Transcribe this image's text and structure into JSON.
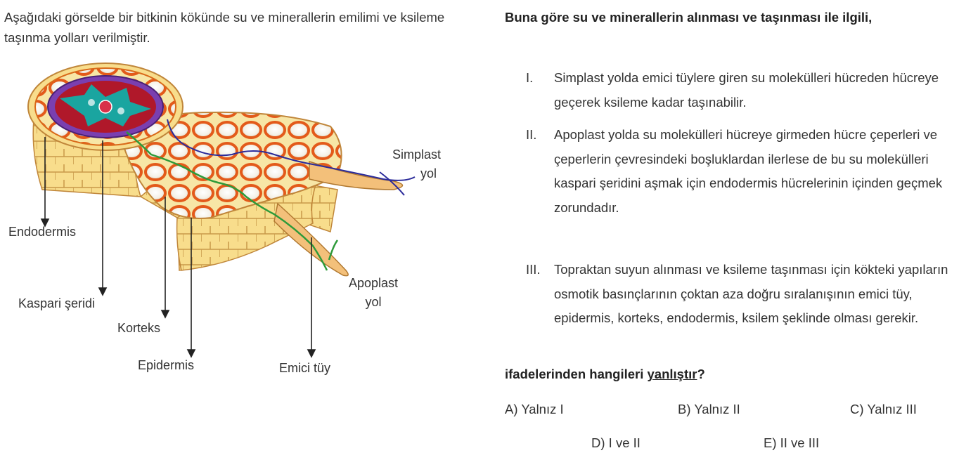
{
  "intro_text": "Aşağıdaki görselde bir bitkinin kökünde su ve minerallerin emilimi ve ksileme taşınma yolları verilmiştir.",
  "diagram": {
    "labels": {
      "simplast_line1": "Simplast",
      "simplast_line2": "yol",
      "apoplast_line1": "Apoplast",
      "apoplast_line2": "yol",
      "endodermis": "Endodermis",
      "kaspari": "Kaspari şeridi",
      "korteks": "Korteks",
      "epidermis": "Epidermis",
      "emici_tuy": "Emici tüy"
    },
    "colors": {
      "simplast_path": "#2b2b9a",
      "apoplast_path": "#2e9a3a",
      "cell_fill": "#f7e6a6",
      "cell_wall": "#e35a1a",
      "stele_red": "#b0182a",
      "xylem_teal": "#1aa5a0",
      "endodermis_purple": "#7a3fb0"
    }
  },
  "question": {
    "stem": "Buna göre su ve minerallerin alınması ve taşınması ile ilgili,",
    "statements": [
      {
        "num": "I.",
        "text": "Simplast yolda emici tüylere giren su molekülleri hücreden hücreye geçerek ksileme kadar taşınabilir."
      },
      {
        "num": "II.",
        "text": "Apoplast yolda su molekülleri hücreye girmeden hücre çeperleri ve çeperlerin çevresindeki boşluklardan ilerlese de bu su molekülleri kaspari şeridini aşmak için endodermis hücrelerinin içinden geçmek zorundadır."
      },
      {
        "num": "III.",
        "text": "Topraktan suyun alınması ve ksileme taşınması için kökteki yapıların osmotik basınçlarının çoktan aza doğru sıralanışının emici tüy, epidermis, korteks, endodermis, ksilem şeklinde olması gerekir."
      }
    ],
    "prompt_before": "ifadelerinden hangileri ",
    "prompt_underlined": "yanlıştır",
    "prompt_after": "?",
    "options": [
      {
        "letter": "A)",
        "text": "Yalnız I"
      },
      {
        "letter": "B)",
        "text": "Yalnız II"
      },
      {
        "letter": "C)",
        "text": "Yalnız III"
      },
      {
        "letter": "D)",
        "text": "I ve II"
      },
      {
        "letter": "E)",
        "text": "II ve III"
      }
    ]
  }
}
